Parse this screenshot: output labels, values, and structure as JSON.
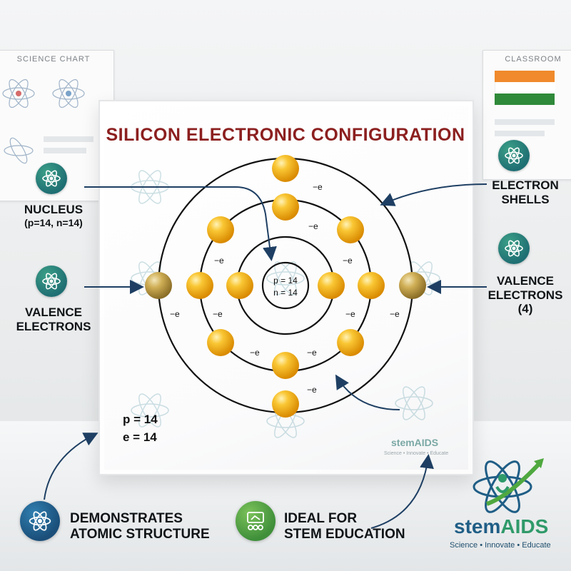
{
  "panel": {
    "title": "SILICON ELECTRONIC CONFIGURATION",
    "nucleus_p": "p = 14",
    "nucleus_n": "n = 14",
    "electron_label": "−e",
    "corner_p": "p = 14",
    "corner_e": "e = 14",
    "brand_name": "stemAIDS",
    "brand_tagline": "Science • Innovate • Educate"
  },
  "callouts": {
    "nucleus_title": "NUCLEUS",
    "nucleus_detail": "(p=14, n=14)",
    "valence_left_line1": "VALENCE",
    "valence_left_line2": "ELECTRONS",
    "shells_line1": "ELECTRON",
    "shells_line2": "SHELLS",
    "valence_right_line1": "VALENCE",
    "valence_right_line2": "ELECTRONS",
    "valence_right_line3": "(4)"
  },
  "bottom": {
    "demo_line1": "DEMONSTRATES",
    "demo_line2": "ATOMIC STRUCTURE",
    "ideal_line1": "IDEAL FOR",
    "ideal_line2": "STEM EDUCATION"
  },
  "brand": {
    "name_part1": "stem",
    "name_part2": "AIDS",
    "tagline": "Science • Innovate • Educate"
  },
  "background": {
    "chart_left": "SCIENCE CHART",
    "chart_right": "CLASSROOM"
  },
  "colors": {
    "title": "#8c1f1f",
    "electron": "#f6b21c",
    "valence_electron": "#c9a54a",
    "arrow": "#1e3f63",
    "badge": "#1f6f73",
    "brand_blue": "#1f5e86",
    "brand_green": "#2f9a6a"
  }
}
